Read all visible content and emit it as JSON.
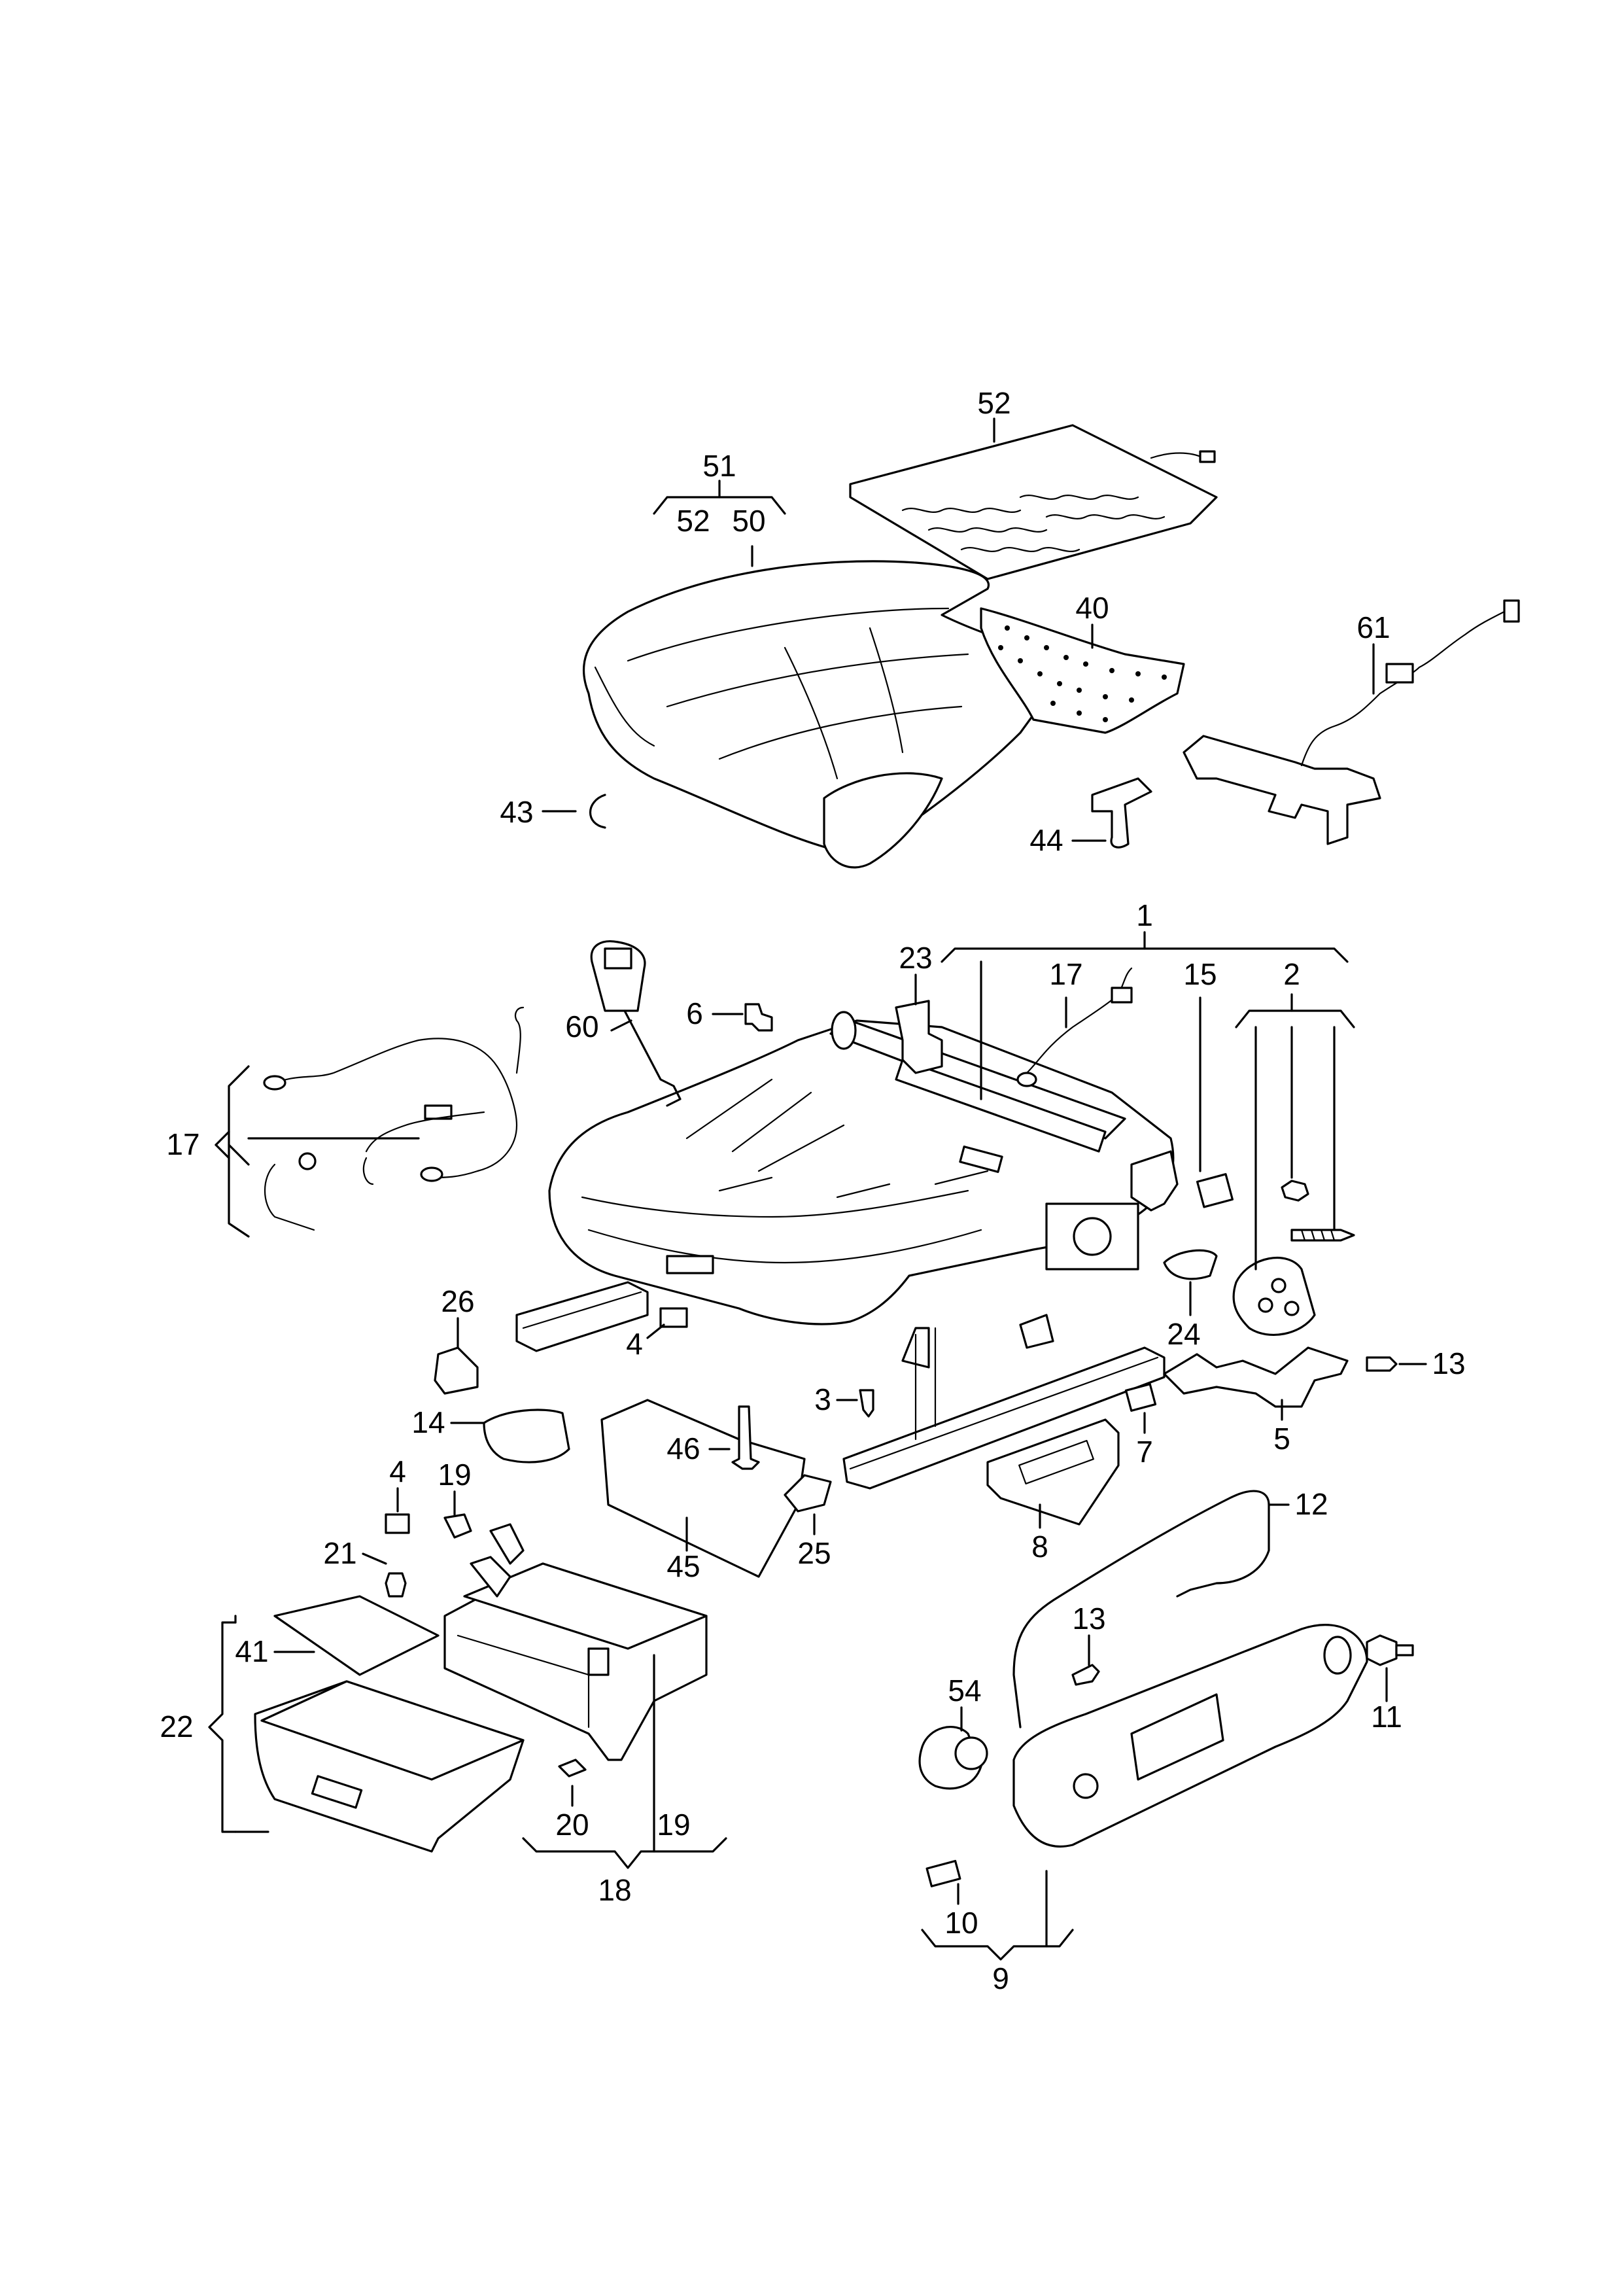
{
  "labels": {
    "p1": "1",
    "p2": "2",
    "p3": "3",
    "p4a": "4",
    "p4b": "4",
    "p5": "5",
    "p6": "6",
    "p7": "7",
    "p8": "8",
    "p9": "9",
    "p10": "10",
    "p11": "11",
    "p12": "12",
    "p13a": "13",
    "p13b": "13",
    "p14": "14",
    "p15": "15",
    "p17a": "17",
    "p17b": "17",
    "p18": "18",
    "p19a": "19",
    "p19b": "19",
    "p20": "20",
    "p21": "21",
    "p22": "22",
    "p23": "23",
    "p24": "24",
    "p25": "25",
    "p26": "26",
    "p40": "40",
    "p41": "41",
    "p43": "43",
    "p44": "44",
    "p45": "45",
    "p46": "46",
    "p50": "50",
    "p51": "51",
    "p52a": "52",
    "p52b": "52",
    "p54": "54",
    "p60": "60",
    "p61": "61"
  }
}
